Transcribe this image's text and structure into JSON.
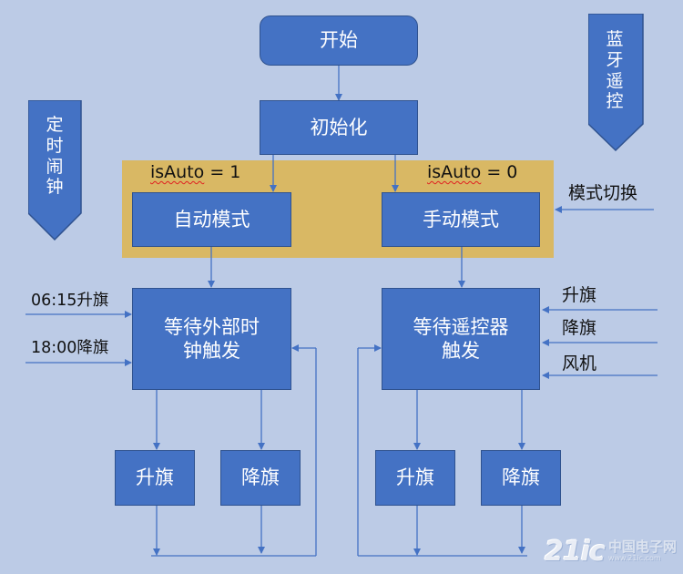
{
  "nodes": {
    "start": "开始",
    "init": "初始化",
    "auto_mode": "自动模式",
    "manual_mode": "手动模式",
    "wait_clock": "等待外部时\n钟触发",
    "wait_remote": "等待遥控器\n触发",
    "raise_left": "升旗",
    "lower_left": "降旗",
    "raise_right": "升旗",
    "lower_right": "降旗"
  },
  "labels": {
    "auto_prefix": "isAuto",
    "auto_suffix": " = 1",
    "manual_prefix": "isAuto",
    "manual_suffix": " = 0",
    "mode_switch": "模式切换",
    "clock_raise": "06:15升旗",
    "clock_lower": "18:00降旗",
    "remote_raise": "升旗",
    "remote_lower": "降旗",
    "remote_fan": "风机"
  },
  "side_banners": {
    "left": "定时闹钟",
    "right": "蓝牙遥控"
  },
  "watermark": {
    "main": "21ic",
    "cn": "中国电子网",
    "en": "www.21ic.com"
  },
  "colors": {
    "background": "#bccbe6",
    "box_fill": "#4472c4",
    "box_border": "#2f528f",
    "mode_zone": "#d9b864",
    "connector": "#4472c4",
    "text_on_box": "#ffffff",
    "label_text": "#111111",
    "squiggle": "#e02020"
  },
  "icons": {
    "left_banner": "down-arrow-banner",
    "right_banner": "down-arrow-banner"
  }
}
